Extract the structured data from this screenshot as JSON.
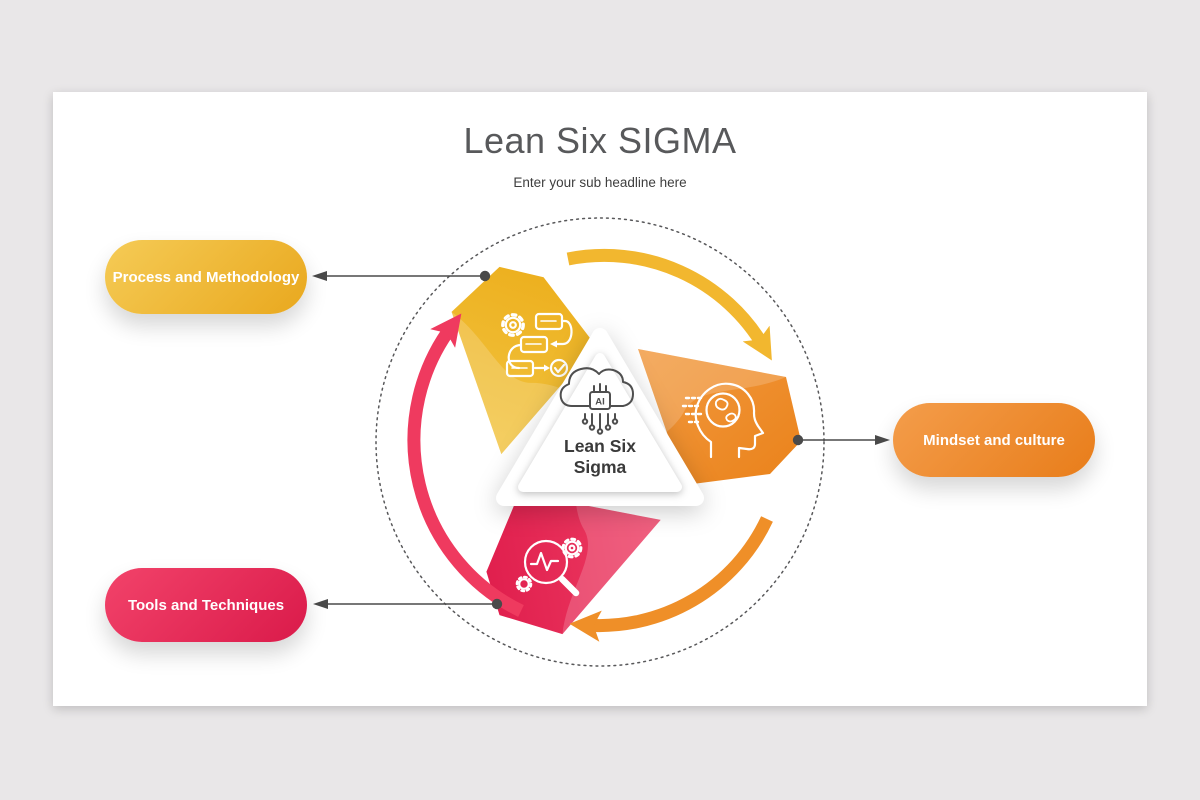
{
  "slide": {
    "title": "Lean Six SIGMA",
    "subtitle": "Enter your sub headline here"
  },
  "center": {
    "label_line1": "Lean Six",
    "label_line2": "Sigma",
    "icon": "ai-cloud-icon",
    "icon_chip_label": "AI"
  },
  "diagram": {
    "nodes": [
      {
        "label": "Process and Methodology",
        "icon": "workflow-process-icon",
        "gradient_start": "#f2c440",
        "gradient_end": "#ecad1a"
      },
      {
        "label": "Mindset and culture",
        "icon": "head-mind-icon",
        "gradient_start": "#f29a40",
        "gradient_end": "#ea821a"
      },
      {
        "label": "Tools and Techniques",
        "icon": "magnifier-analysis-icon",
        "gradient_start": "#ee3e64",
        "gradient_end": "#de1a4a"
      }
    ],
    "flow_arrows": {
      "top_color": "#f2b72f",
      "bottom_color": "#ef8f28",
      "left_color": "#ef3a5f"
    },
    "connector_color": "#4a4a4a",
    "dotted_circle_color": "#58585a"
  }
}
